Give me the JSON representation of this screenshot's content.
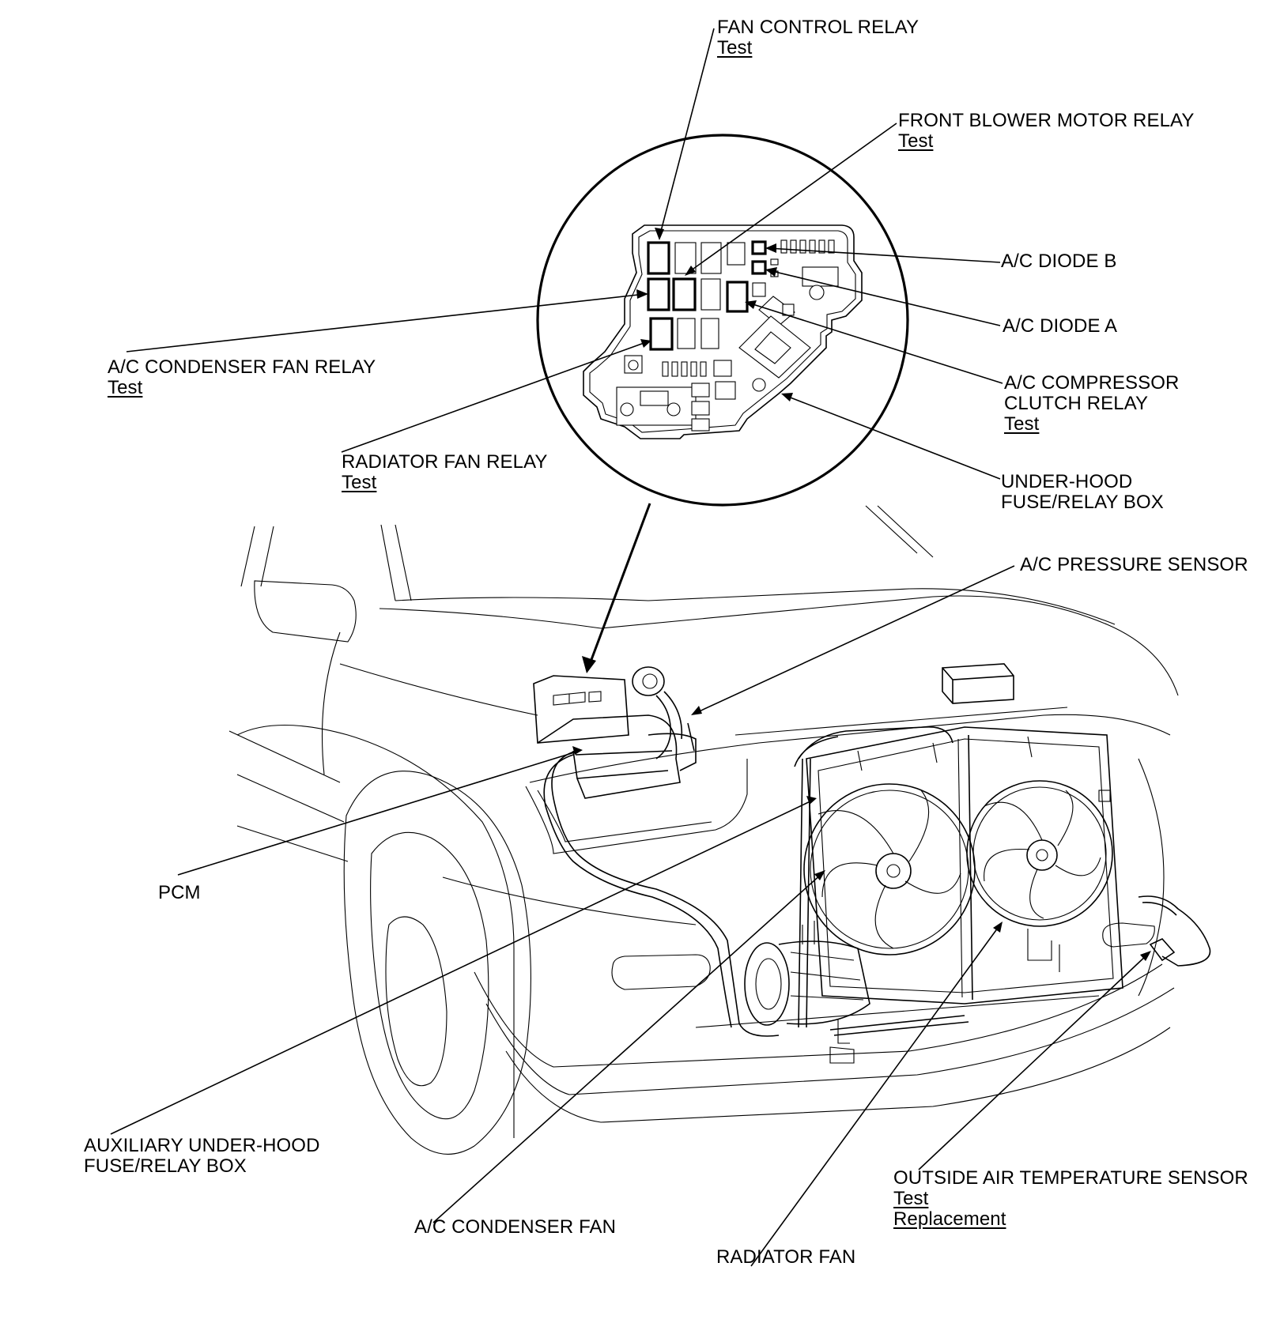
{
  "labels": {
    "fan_control_relay": {
      "name": "FAN CONTROL RELAY",
      "link": "Test"
    },
    "front_blower_motor_relay": {
      "name": "FRONT BLOWER MOTOR RELAY",
      "link": "Test"
    },
    "ac_diode_b": {
      "name": "A/C DIODE B"
    },
    "ac_diode_a": {
      "name": "A/C DIODE A"
    },
    "ac_compressor_clutch_relay": {
      "line1": "A/C COMPRESSOR",
      "line2": "CLUTCH RELAY",
      "link": "Test"
    },
    "ac_condenser_fan_relay": {
      "name": "A/C CONDENSER FAN RELAY",
      "link": "Test"
    },
    "radiator_fan_relay": {
      "name": "RADIATOR FAN RELAY",
      "link": "Test"
    },
    "under_hood_box": {
      "line1": "UNDER-HOOD",
      "line2": "FUSE/RELAY BOX"
    },
    "ac_pressure_sensor": {
      "name": "A/C PRESSURE SENSOR"
    },
    "pcm": {
      "name": "PCM"
    },
    "aux_under_hood_box": {
      "line1": "AUXILIARY UNDER-HOOD",
      "line2": "FUSE/RELAY BOX"
    },
    "ac_condenser_fan": {
      "name": "A/C CONDENSER FAN"
    },
    "radiator_fan": {
      "name": "RADIATOR FAN"
    },
    "outside_air_temp_sensor": {
      "name": "OUTSIDE AIR TEMPERATURE SENSOR",
      "link1": "Test",
      "link2": "Replacement"
    }
  }
}
